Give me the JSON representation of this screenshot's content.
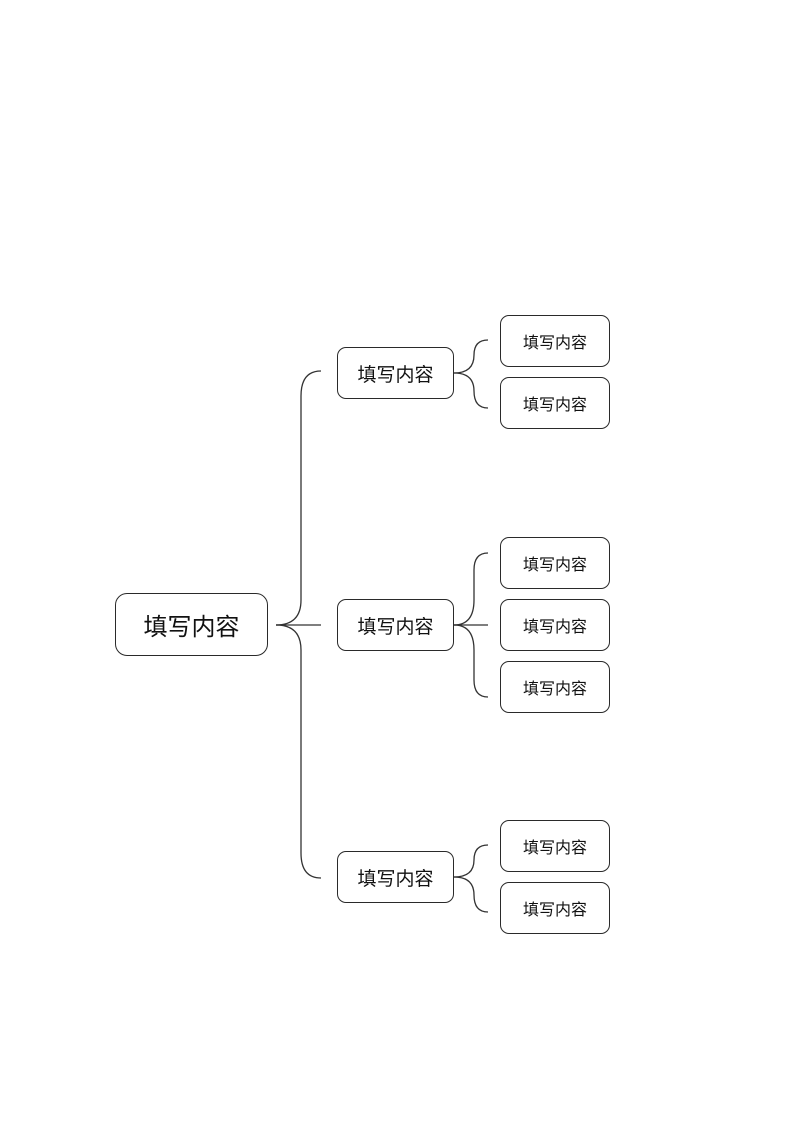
{
  "diagram": {
    "root": {
      "label": "填写内容"
    },
    "branches": [
      {
        "label": "填写内容",
        "children": [
          {
            "label": "填写内容"
          },
          {
            "label": "填写内容"
          }
        ]
      },
      {
        "label": "填写内容",
        "children": [
          {
            "label": "填写内容"
          },
          {
            "label": "填写内容"
          },
          {
            "label": "填写内容"
          }
        ]
      },
      {
        "label": "填写内容",
        "children": [
          {
            "label": "填写内容"
          },
          {
            "label": "填写内容"
          }
        ]
      }
    ]
  },
  "colors": {
    "line": "#333333",
    "node_border": "#2a2a2a",
    "background": "#ffffff"
  }
}
